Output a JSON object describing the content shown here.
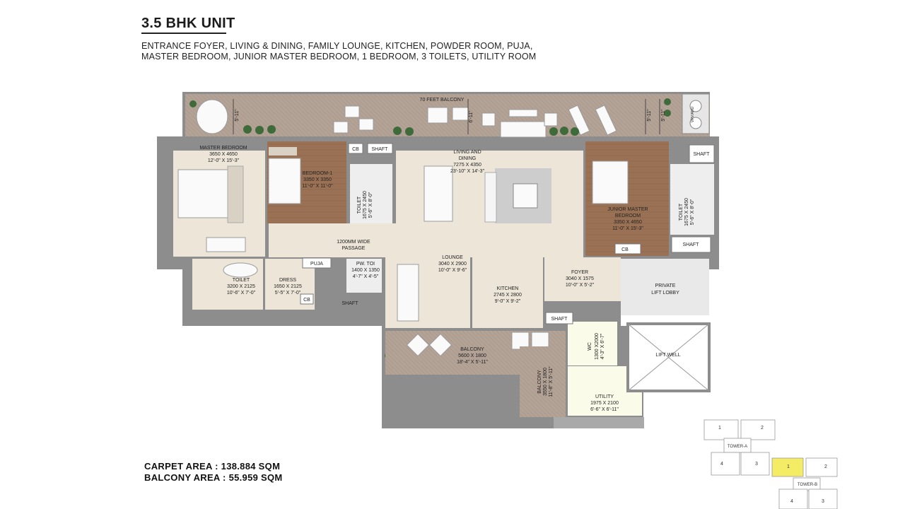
{
  "unit_title": "3.5 BHK UNIT",
  "features_line1": "ENTRANCE FOYER, LIVING & DINING, FAMILY LOUNGE, KITCHEN, POWDER ROOM, PUJA,",
  "features_line2": "MASTER BEDROOM, JUNIOR MASTER BEDROOM, 1 BEDROOM, 3 TOILETS, UTILITY ROOM",
  "carpet_area": "CARPET AREA : 138.884 SQM",
  "balcony_area": "BALCONY AREA : 55.959 SQM",
  "colors": {
    "wall": "#8d8d8d",
    "floor": "#ece5d8",
    "wood": "#9a7155",
    "balcony_deck": "#b3a296",
    "tile_light": "#eeeeee",
    "key_highlight": "#f5ec66"
  },
  "labels": {
    "balcony_70ft": "70 FEET BALCONY",
    "dim_511_a": "5'-11\"",
    "dim_611": "6'-11\"",
    "dim_511_b": "5'-11\"",
    "dim_511_c": "5'-11\"",
    "vrv": "VRV/AHU",
    "shaft": "SHAFT",
    "cb": "CB",
    "master_bedroom": [
      "MASTER BEDROOM",
      "3650 X 4650",
      "12'-0\" X 15'-3\""
    ],
    "bedroom1": [
      "BEDROOM-1",
      "3350 X 3350",
      "11'-0\" X 11'-0\""
    ],
    "toilet1": [
      "TOILET",
      "1675 X 2450",
      "5'-6\" X 8'-0\""
    ],
    "living": [
      "LIVING AND",
      "DINING",
      "7275 X 4350",
      "23'-10\" X 14'-3\""
    ],
    "junior_master": [
      "JUNIOR MASTER",
      "BEDROOM",
      "3350 X 4650",
      "11'-0\" X 15'-3\""
    ],
    "toilet_right": [
      "TOILET",
      "1675 X 2450",
      "5'-6\" X 8'-0\""
    ],
    "passage": [
      "1200MM WIDE",
      "PASSAGE"
    ],
    "puja": "PUJA",
    "toilet_master": [
      "TOILET",
      "3200 X 2125",
      "10'-6\" X 7'-0\""
    ],
    "dress": [
      "DRESS",
      "1650 X 2125",
      "5'-5\" X 7'-0\""
    ],
    "pw_toi": [
      "PW. TOI",
      "1400 X 1350",
      "4'-7\" X 4'-5\""
    ],
    "lounge": [
      "LOUNGE",
      "3040 X 2900",
      "10'-0\" X 9'-6\""
    ],
    "kitchen": [
      "KITCHEN",
      "2745 X 2800",
      "9'-0\" X 9'-2\""
    ],
    "foyer": [
      "FOYER",
      "3040 X 1575",
      "10'-0\" X 5'-2\""
    ],
    "lift_lobby": [
      "PRIVATE",
      "LIFT LOBBY"
    ],
    "balcony_mid": [
      "BALCONY",
      "5600 X 1800",
      "18'-4\" X 5'-11\""
    ],
    "balcony_side": [
      "BALCONY",
      "3550 X 1800",
      "11'-8\" X 5'-11\""
    ],
    "wc": [
      "WC",
      "1300 X2000",
      "4'-3\" X 6'-7\""
    ],
    "utility": [
      "UTILITY",
      "1975 X 2100",
      "6'-6\" X 6'-11\""
    ],
    "lift_well": "LIFT WELL"
  },
  "key_plan": {
    "tower_a": "TOWER-A",
    "tower_b": "TOWER-B",
    "a_units": [
      "1",
      "2",
      "4",
      "3"
    ],
    "b_units": [
      "1",
      "2",
      "4",
      "3"
    ]
  }
}
